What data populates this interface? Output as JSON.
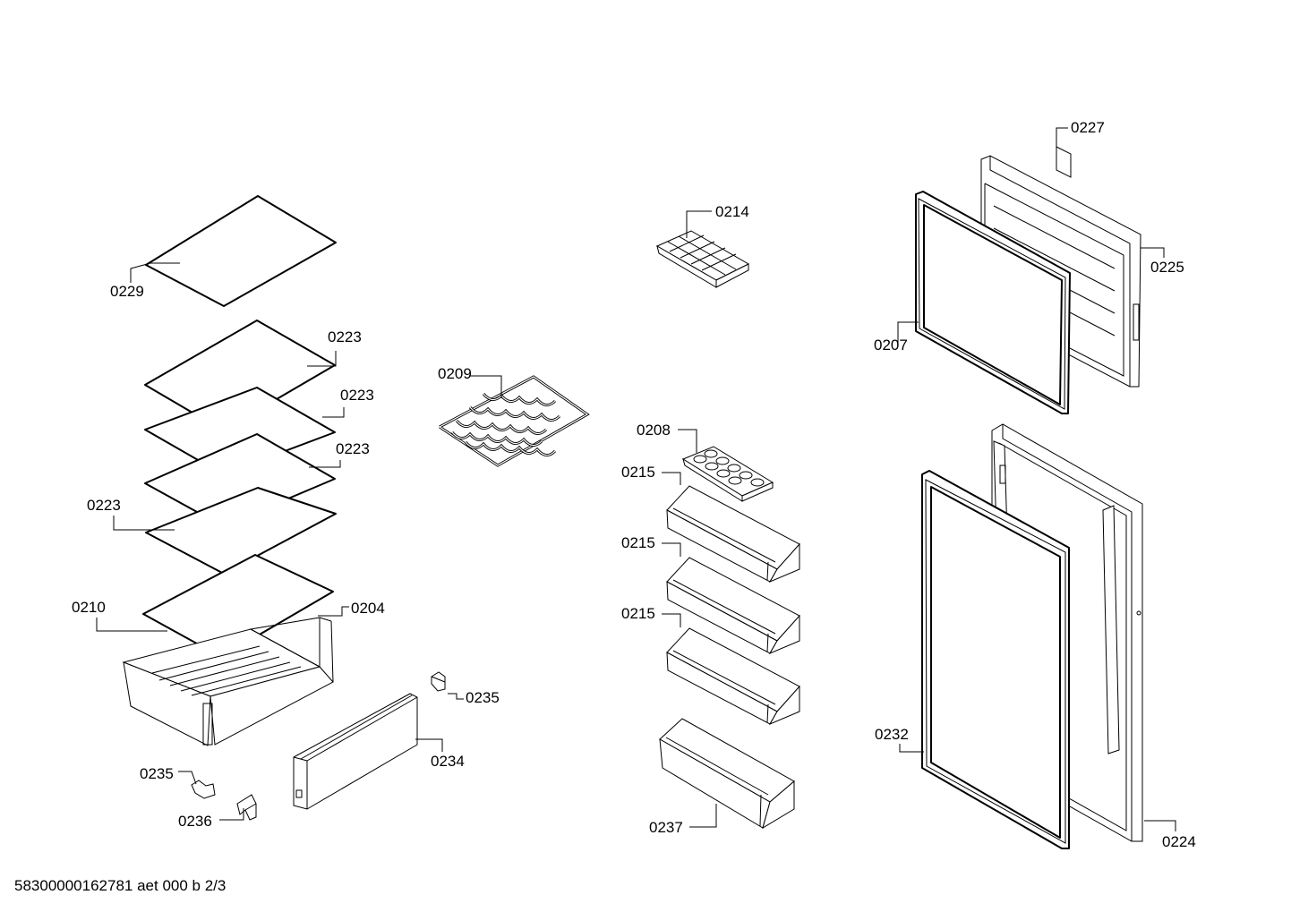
{
  "callouts": {
    "c0229": "0229",
    "c0223a": "0223",
    "c0223b": "0223",
    "c0223c": "0223",
    "c0223d": "0223",
    "c0210": "0210",
    "c0204": "0204",
    "c0209": "0209",
    "c0235a": "0235",
    "c0235b": "0235",
    "c0234": "0234",
    "c0236": "0236",
    "c0214": "0214",
    "c0208": "0208",
    "c0215a": "0215",
    "c0215b": "0215",
    "c0215c": "0215",
    "c0237": "0237",
    "c0227": "0227",
    "c0225": "0225",
    "c0207": "0207",
    "c0232": "0232",
    "c0224": "0224"
  },
  "footer": {
    "code": "58300000162781 aet 000 b 2/3"
  },
  "colors": {
    "line": "#000000",
    "background": "#ffffff"
  }
}
